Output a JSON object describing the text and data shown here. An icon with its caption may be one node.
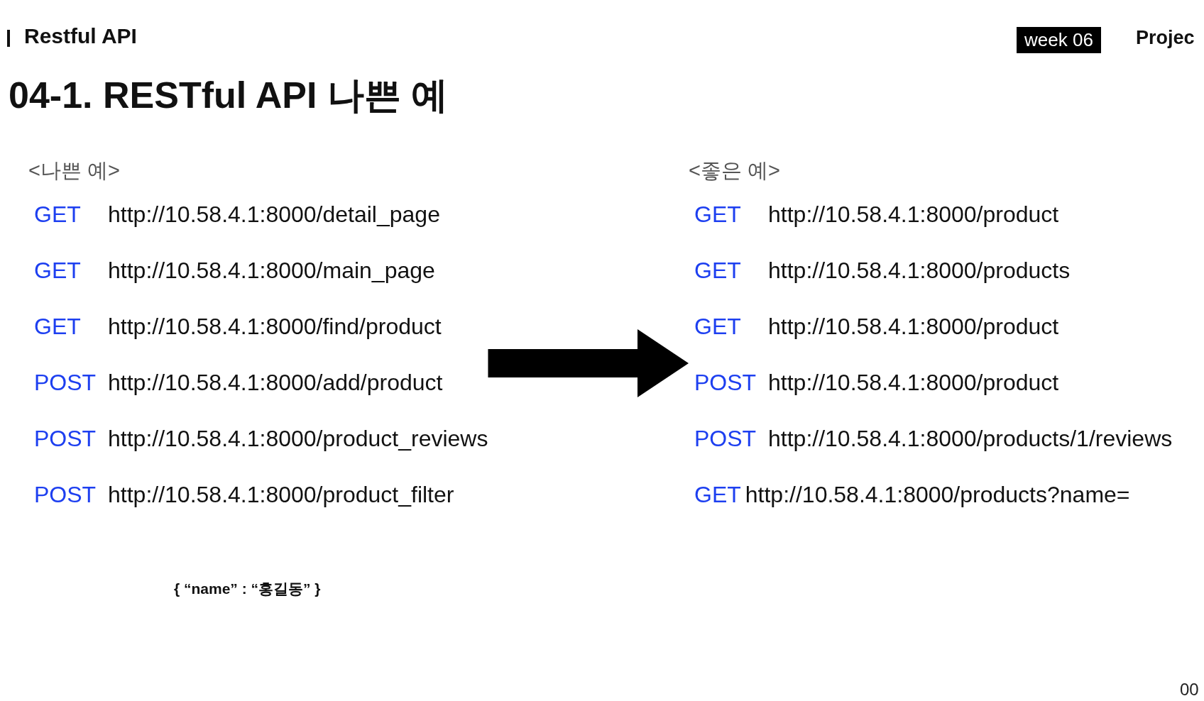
{
  "diagram": {
    "title": "04-1. RESTful API 나쁜 예",
    "nodes": [
      {
        "text": [
          "<나쁜 예>"
        ]
      },
      {
        "text": [
          "GET",
          "http://10.58.4.1:8000/detail_page"
        ],
        "in": 0
      },
      {
        "text": [
          "GET",
          "http://10.58.4.1:8000/main_page"
        ],
        "in": 0
      },
      {
        "text": [
          "GET",
          "http://10.58.4.1:8000/find/product"
        ],
        "in": 0
      },
      {
        "text": [
          "POST",
          "http://10.58.4.1:8000/add/product"
        ],
        "in": 0
      },
      {
        "text": [
          "POST",
          "http://10.58.4.1:8000/product_reviews"
        ],
        "in": 0
      },
      {
        "text": [
          "POST",
          "http://10.58.4.1:8000/product_filter"
        ],
        "in": 0
      },
      {
        "text": [
          "<좋은 예>"
        ]
      },
      {
        "text": [
          "GET",
          "http://10.58.4.1:8000/product"
        ],
        "in": 7
      },
      {
        "text": [
          "GET",
          "http://10.58.4.1:8000/products"
        ],
        "in": 7
      },
      {
        "text": [
          "GET",
          "http://10.58.4.1:8000/product"
        ],
        "in": 7
      },
      {
        "text": [
          "POST",
          "http://10.58.4.1:8000/product"
        ],
        "in": 7
      },
      {
        "text": [
          "POST",
          "http://10.58.4.1:8000/products/1/reviews"
        ],
        "in": 7
      },
      {
        "text": [
          "GET",
          "http://10.58.4.1:8000/products?name="
        ],
        "in": 7
      }
    ],
    "edges": [
      {
        "from": 0,
        "to": 7,
        "arrow": "to",
        "style": "thick"
      }
    ],
    "labels": [
      "Restful API",
      "week 06",
      "Projec",
      "{ “name” : “홍길동” }",
      "00"
    ]
  }
}
